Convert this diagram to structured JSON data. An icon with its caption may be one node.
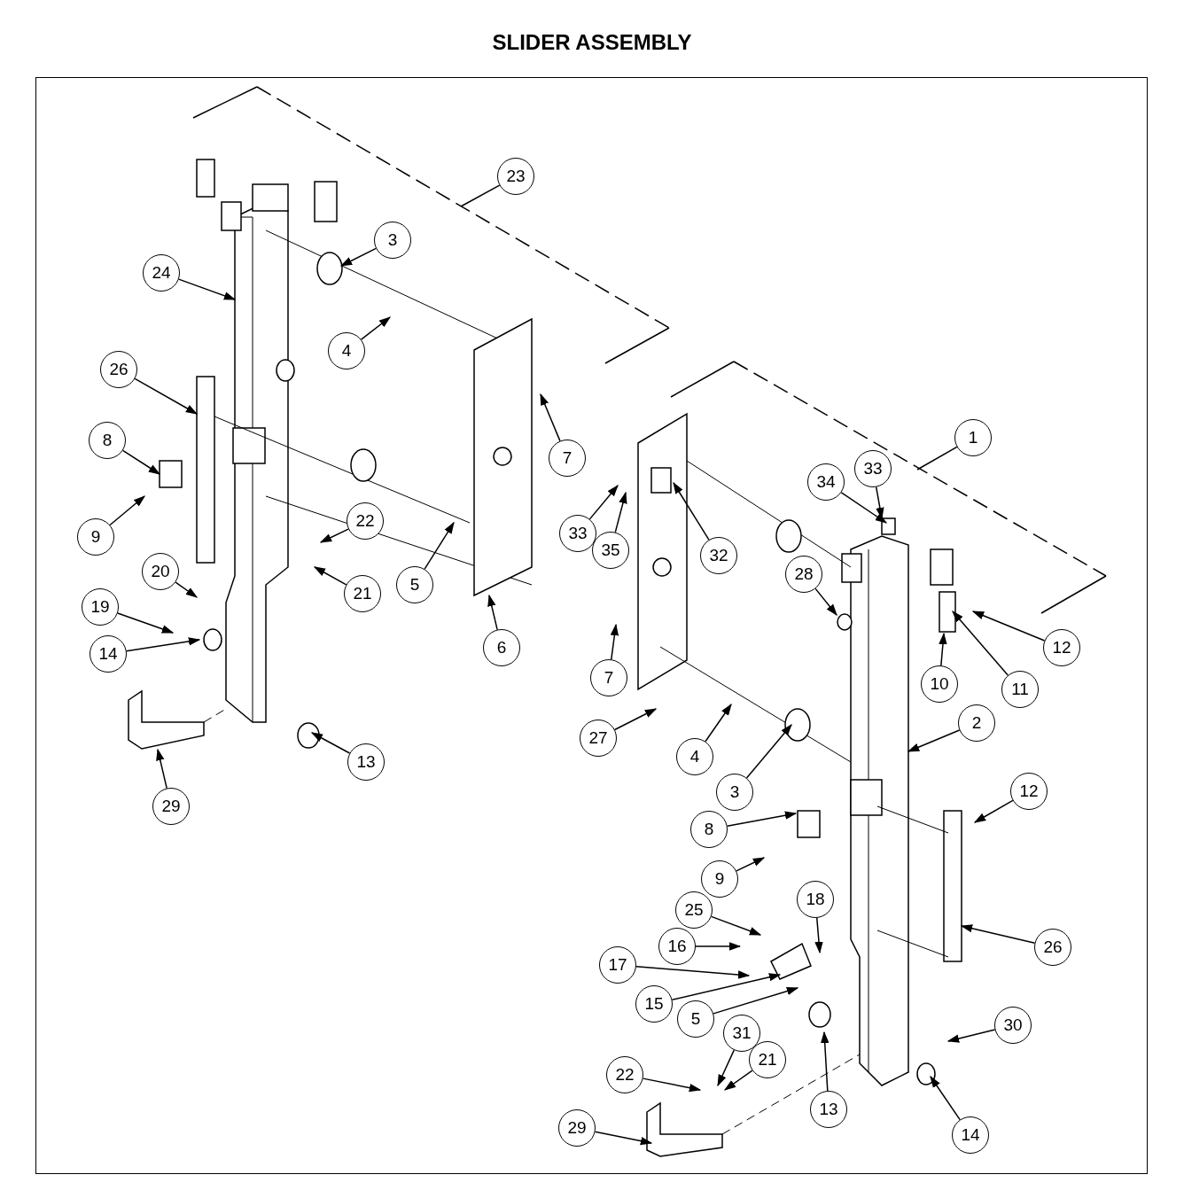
{
  "diagram": {
    "title": "SLIDER ASSEMBLY",
    "nodes": [
      {
        "text": [
          "23"
        ]
      },
      {
        "text": [
          "3"
        ]
      },
      {
        "text": [
          "24"
        ]
      },
      {
        "text": [
          "4"
        ]
      },
      {
        "text": [
          "26"
        ]
      },
      {
        "text": [
          "7"
        ]
      },
      {
        "text": [
          "8"
        ]
      },
      {
        "text": [
          "9"
        ]
      },
      {
        "text": [
          "22"
        ]
      },
      {
        "text": [
          "20"
        ]
      },
      {
        "text": [
          "5"
        ]
      },
      {
        "text": [
          "21"
        ]
      },
      {
        "text": [
          "19"
        ]
      },
      {
        "text": [
          "6"
        ]
      },
      {
        "text": [
          "14"
        ]
      },
      {
        "text": [
          "13"
        ]
      },
      {
        "text": [
          "29"
        ]
      },
      {
        "text": [
          "1"
        ]
      },
      {
        "text": [
          "33"
        ]
      },
      {
        "text": [
          "34"
        ]
      },
      {
        "text": [
          "33"
        ]
      },
      {
        "text": [
          "35"
        ]
      },
      {
        "text": [
          "32"
        ]
      },
      {
        "text": [
          "28"
        ]
      },
      {
        "text": [
          "12"
        ]
      },
      {
        "text": [
          "10"
        ]
      },
      {
        "text": [
          "11"
        ]
      },
      {
        "text": [
          "7"
        ]
      },
      {
        "text": [
          "27"
        ]
      },
      {
        "text": [
          "2"
        ]
      },
      {
        "text": [
          "4"
        ]
      },
      {
        "text": [
          "3"
        ]
      },
      {
        "text": [
          "12"
        ]
      },
      {
        "text": [
          "8"
        ]
      },
      {
        "text": [
          "9"
        ]
      },
      {
        "text": [
          "18"
        ]
      },
      {
        "text": [
          "25"
        ]
      },
      {
        "text": [
          "16"
        ]
      },
      {
        "text": [
          "26"
        ]
      },
      {
        "text": [
          "17"
        ]
      },
      {
        "text": [
          "15"
        ]
      },
      {
        "text": [
          "5"
        ]
      },
      {
        "text": [
          "30"
        ]
      },
      {
        "text": [
          "31"
        ]
      },
      {
        "text": [
          "21"
        ]
      },
      {
        "text": [
          "22"
        ]
      },
      {
        "text": [
          "13"
        ]
      },
      {
        "text": [
          "14"
        ]
      },
      {
        "text": [
          "29"
        ]
      }
    ],
    "edges": [
      {
        "from": 0,
        "to": null,
        "arrow": "none"
      },
      {
        "from": 1,
        "to": null,
        "arrow": "to"
      },
      {
        "from": 2,
        "to": null,
        "arrow": "to"
      },
      {
        "from": 3,
        "to": null,
        "arrow": "to"
      },
      {
        "from": 4,
        "to": null,
        "arrow": "to"
      },
      {
        "from": 5,
        "to": null,
        "arrow": "to"
      },
      {
        "from": 6,
        "to": null,
        "arrow": "to"
      },
      {
        "from": 7,
        "to": null,
        "arrow": "to"
      },
      {
        "from": 8,
        "to": null,
        "arrow": "to"
      },
      {
        "from": 9,
        "to": null,
        "arrow": "to"
      },
      {
        "from": 10,
        "to": null,
        "arrow": "to"
      },
      {
        "from": 11,
        "to": null,
        "arrow": "to"
      },
      {
        "from": 12,
        "to": null,
        "arrow": "to"
      },
      {
        "from": 13,
        "to": null,
        "arrow": "to"
      },
      {
        "from": 14,
        "to": null,
        "arrow": "to"
      },
      {
        "from": 15,
        "to": null,
        "arrow": "to"
      },
      {
        "from": 16,
        "to": null,
        "arrow": "to"
      },
      {
        "from": 17,
        "to": null,
        "arrow": "none"
      },
      {
        "from": 18,
        "to": null,
        "arrow": "to"
      },
      {
        "from": 19,
        "to": null,
        "arrow": "to"
      },
      {
        "from": 20,
        "to": null,
        "arrow": "to"
      },
      {
        "from": 21,
        "to": null,
        "arrow": "to"
      },
      {
        "from": 22,
        "to": null,
        "arrow": "to"
      },
      {
        "from": 23,
        "to": null,
        "arrow": "to"
      },
      {
        "from": 24,
        "to": null,
        "arrow": "to"
      },
      {
        "from": 25,
        "to": null,
        "arrow": "to"
      },
      {
        "from": 26,
        "to": null,
        "arrow": "to"
      },
      {
        "from": 27,
        "to": null,
        "arrow": "to"
      },
      {
        "from": 28,
        "to": null,
        "arrow": "to"
      },
      {
        "from": 29,
        "to": null,
        "arrow": "to"
      },
      {
        "from": 30,
        "to": null,
        "arrow": "to"
      },
      {
        "from": 31,
        "to": null,
        "arrow": "to"
      },
      {
        "from": 32,
        "to": null,
        "arrow": "to"
      },
      {
        "from": 33,
        "to": null,
        "arrow": "to"
      },
      {
        "from": 34,
        "to": null,
        "arrow": "to"
      },
      {
        "from": 35,
        "to": null,
        "arrow": "to"
      },
      {
        "from": 36,
        "to": null,
        "arrow": "to"
      },
      {
        "from": 37,
        "to": null,
        "arrow": "to"
      },
      {
        "from": 38,
        "to": null,
        "arrow": "to"
      },
      {
        "from": 39,
        "to": null,
        "arrow": "to"
      },
      {
        "from": 40,
        "to": null,
        "arrow": "to"
      },
      {
        "from": 41,
        "to": null,
        "arrow": "to"
      },
      {
        "from": 42,
        "to": null,
        "arrow": "to"
      },
      {
        "from": 43,
        "to": null,
        "arrow": "to"
      },
      {
        "from": 44,
        "to": null,
        "arrow": "to"
      },
      {
        "from": 45,
        "to": null,
        "arrow": "to"
      },
      {
        "from": 46,
        "to": null,
        "arrow": "to"
      },
      {
        "from": 47,
        "to": null,
        "arrow": "to"
      },
      {
        "from": 48,
        "to": null,
        "arrow": "to"
      }
    ]
  }
}
